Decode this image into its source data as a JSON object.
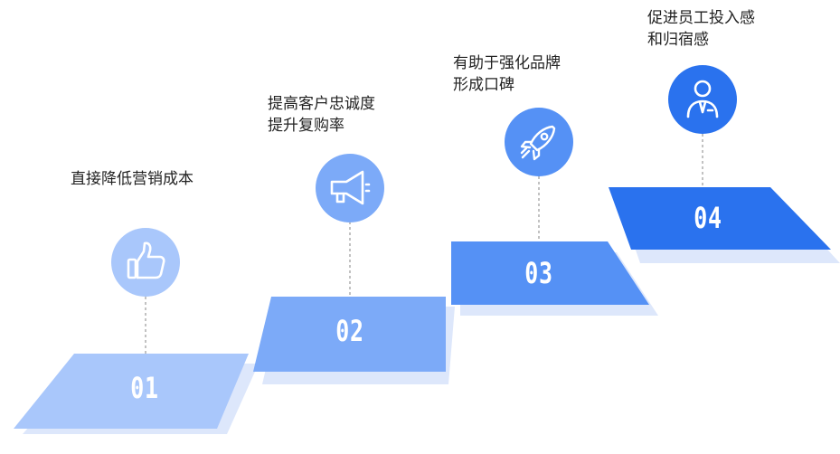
{
  "steps": [
    {
      "number": "01",
      "text_lines": [
        "直接降低营销成本"
      ],
      "icon": "thumbs-up-icon",
      "color": "#a9c7fb"
    },
    {
      "number": "02",
      "text_lines": [
        "提高客户忠诚度",
        "提升复购率"
      ],
      "icon": "megaphone-icon",
      "color": "#7caaf8"
    },
    {
      "number": "03",
      "text_lines": [
        "有助于强化品牌",
        "形成口碑"
      ],
      "icon": "rocket-icon",
      "color": "#5591f5"
    },
    {
      "number": "04",
      "text_lines": [
        "促进员工投入感",
        "和归宿感"
      ],
      "icon": "employee-icon",
      "color": "#2a72ee"
    }
  ],
  "colors": {
    "shadow": "#dde7fb",
    "connector": "#9a9a9a"
  }
}
